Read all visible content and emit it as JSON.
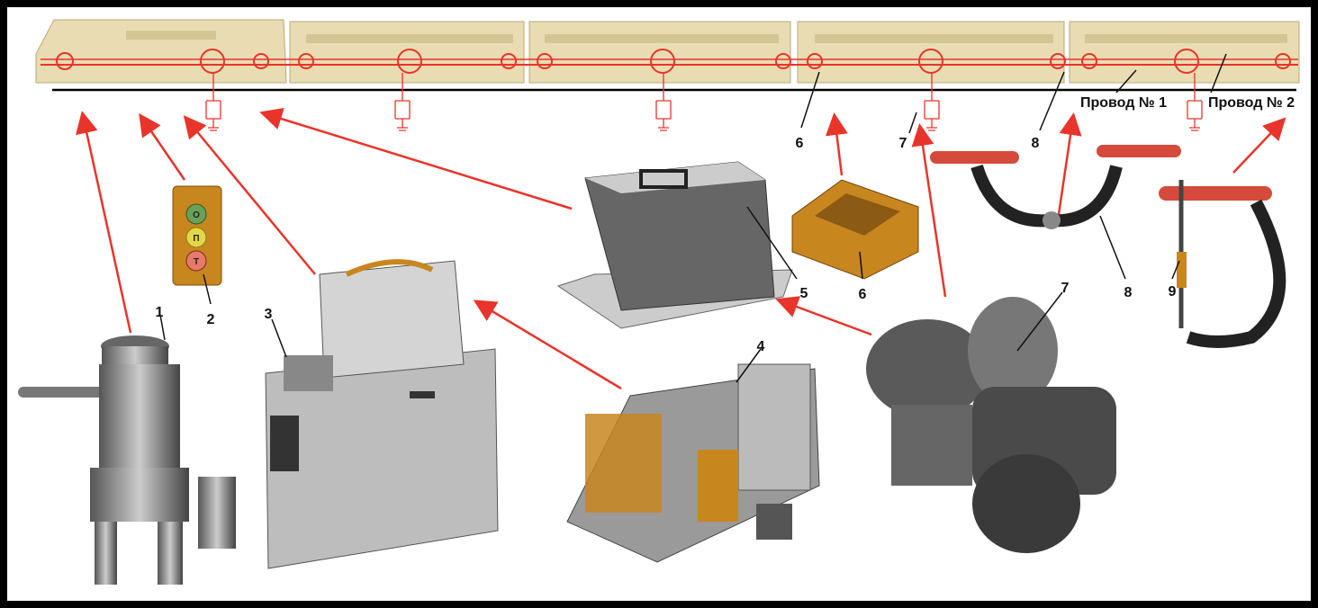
{
  "labels": {
    "n1": "1",
    "n2": "2",
    "n3": "3",
    "n4": "4",
    "n5": "5",
    "n6a": "6",
    "n6b": "6",
    "n7a": "7",
    "n7b": "7",
    "n8a": "8",
    "n8b": "8",
    "n9": "9",
    "wire1": "Провод № 1",
    "wire2": "Провод № 2"
  },
  "control_box": {
    "buttons": [
      "О",
      "П",
      "Т"
    ]
  },
  "colors": {
    "wire": "#e8342a",
    "train": "#e9dcb2",
    "copper": "#c8861e",
    "metal": "#8a8a8a"
  }
}
